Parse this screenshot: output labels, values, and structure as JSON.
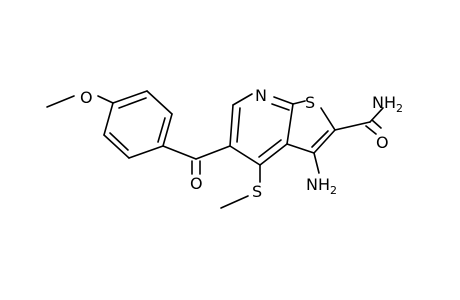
{
  "molecule": {
    "labels": {
      "methoxy_o": "O",
      "carbonyl_o": "O",
      "thioether_s": "S",
      "pyridine_n": "N",
      "thiophene_s": "S",
      "amide_n": "NH",
      "amide_n_sub": "2",
      "amide_o": "O",
      "amino_n": "NH",
      "amino_n_sub": "2"
    }
  }
}
